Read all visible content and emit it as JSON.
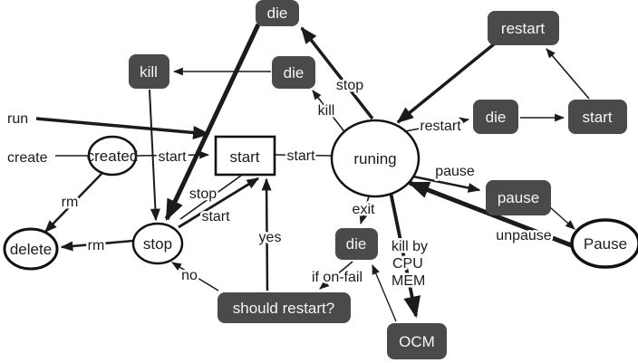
{
  "diagram": {
    "kind": "container-lifecycle-state-diagram",
    "nodes": {
      "die_top": "die",
      "kill_cmd": "kill",
      "die_mid": "die",
      "restart_cmd": "restart",
      "die_right": "die",
      "start_right": "start",
      "start_rect": "start",
      "created": "created",
      "running": "runing",
      "delete": "delete",
      "stop": "stop",
      "pause_cmd": "pause",
      "paused": "Pause",
      "die_lower": "die",
      "should_restart": "should restart?",
      "ocm": "OCM"
    },
    "edge_labels": {
      "run": "run",
      "create": "create",
      "start_from_created": "start",
      "start_to_running": "start",
      "stop_to_die": "stop",
      "kill_to_die": "kill",
      "restart_to_die": "restart",
      "pause": "pause",
      "unpause": "unpause",
      "exit": "exit",
      "kill_by_line1": "kill by",
      "kill_by_line2": "CPU",
      "kill_by_line3": "MEM",
      "rm_from_created": "rm",
      "rm_from_stop": "rm",
      "stop_from_rect": "stop",
      "start_from_stop": "start",
      "yes": "yes",
      "no": "no",
      "if_on_fail": "if on-fail"
    },
    "colors": {
      "node_fill": "#4a4a4c",
      "node_text": "#f5f5f5",
      "line": "#1b1b1b",
      "background": "#ffffff"
    }
  }
}
